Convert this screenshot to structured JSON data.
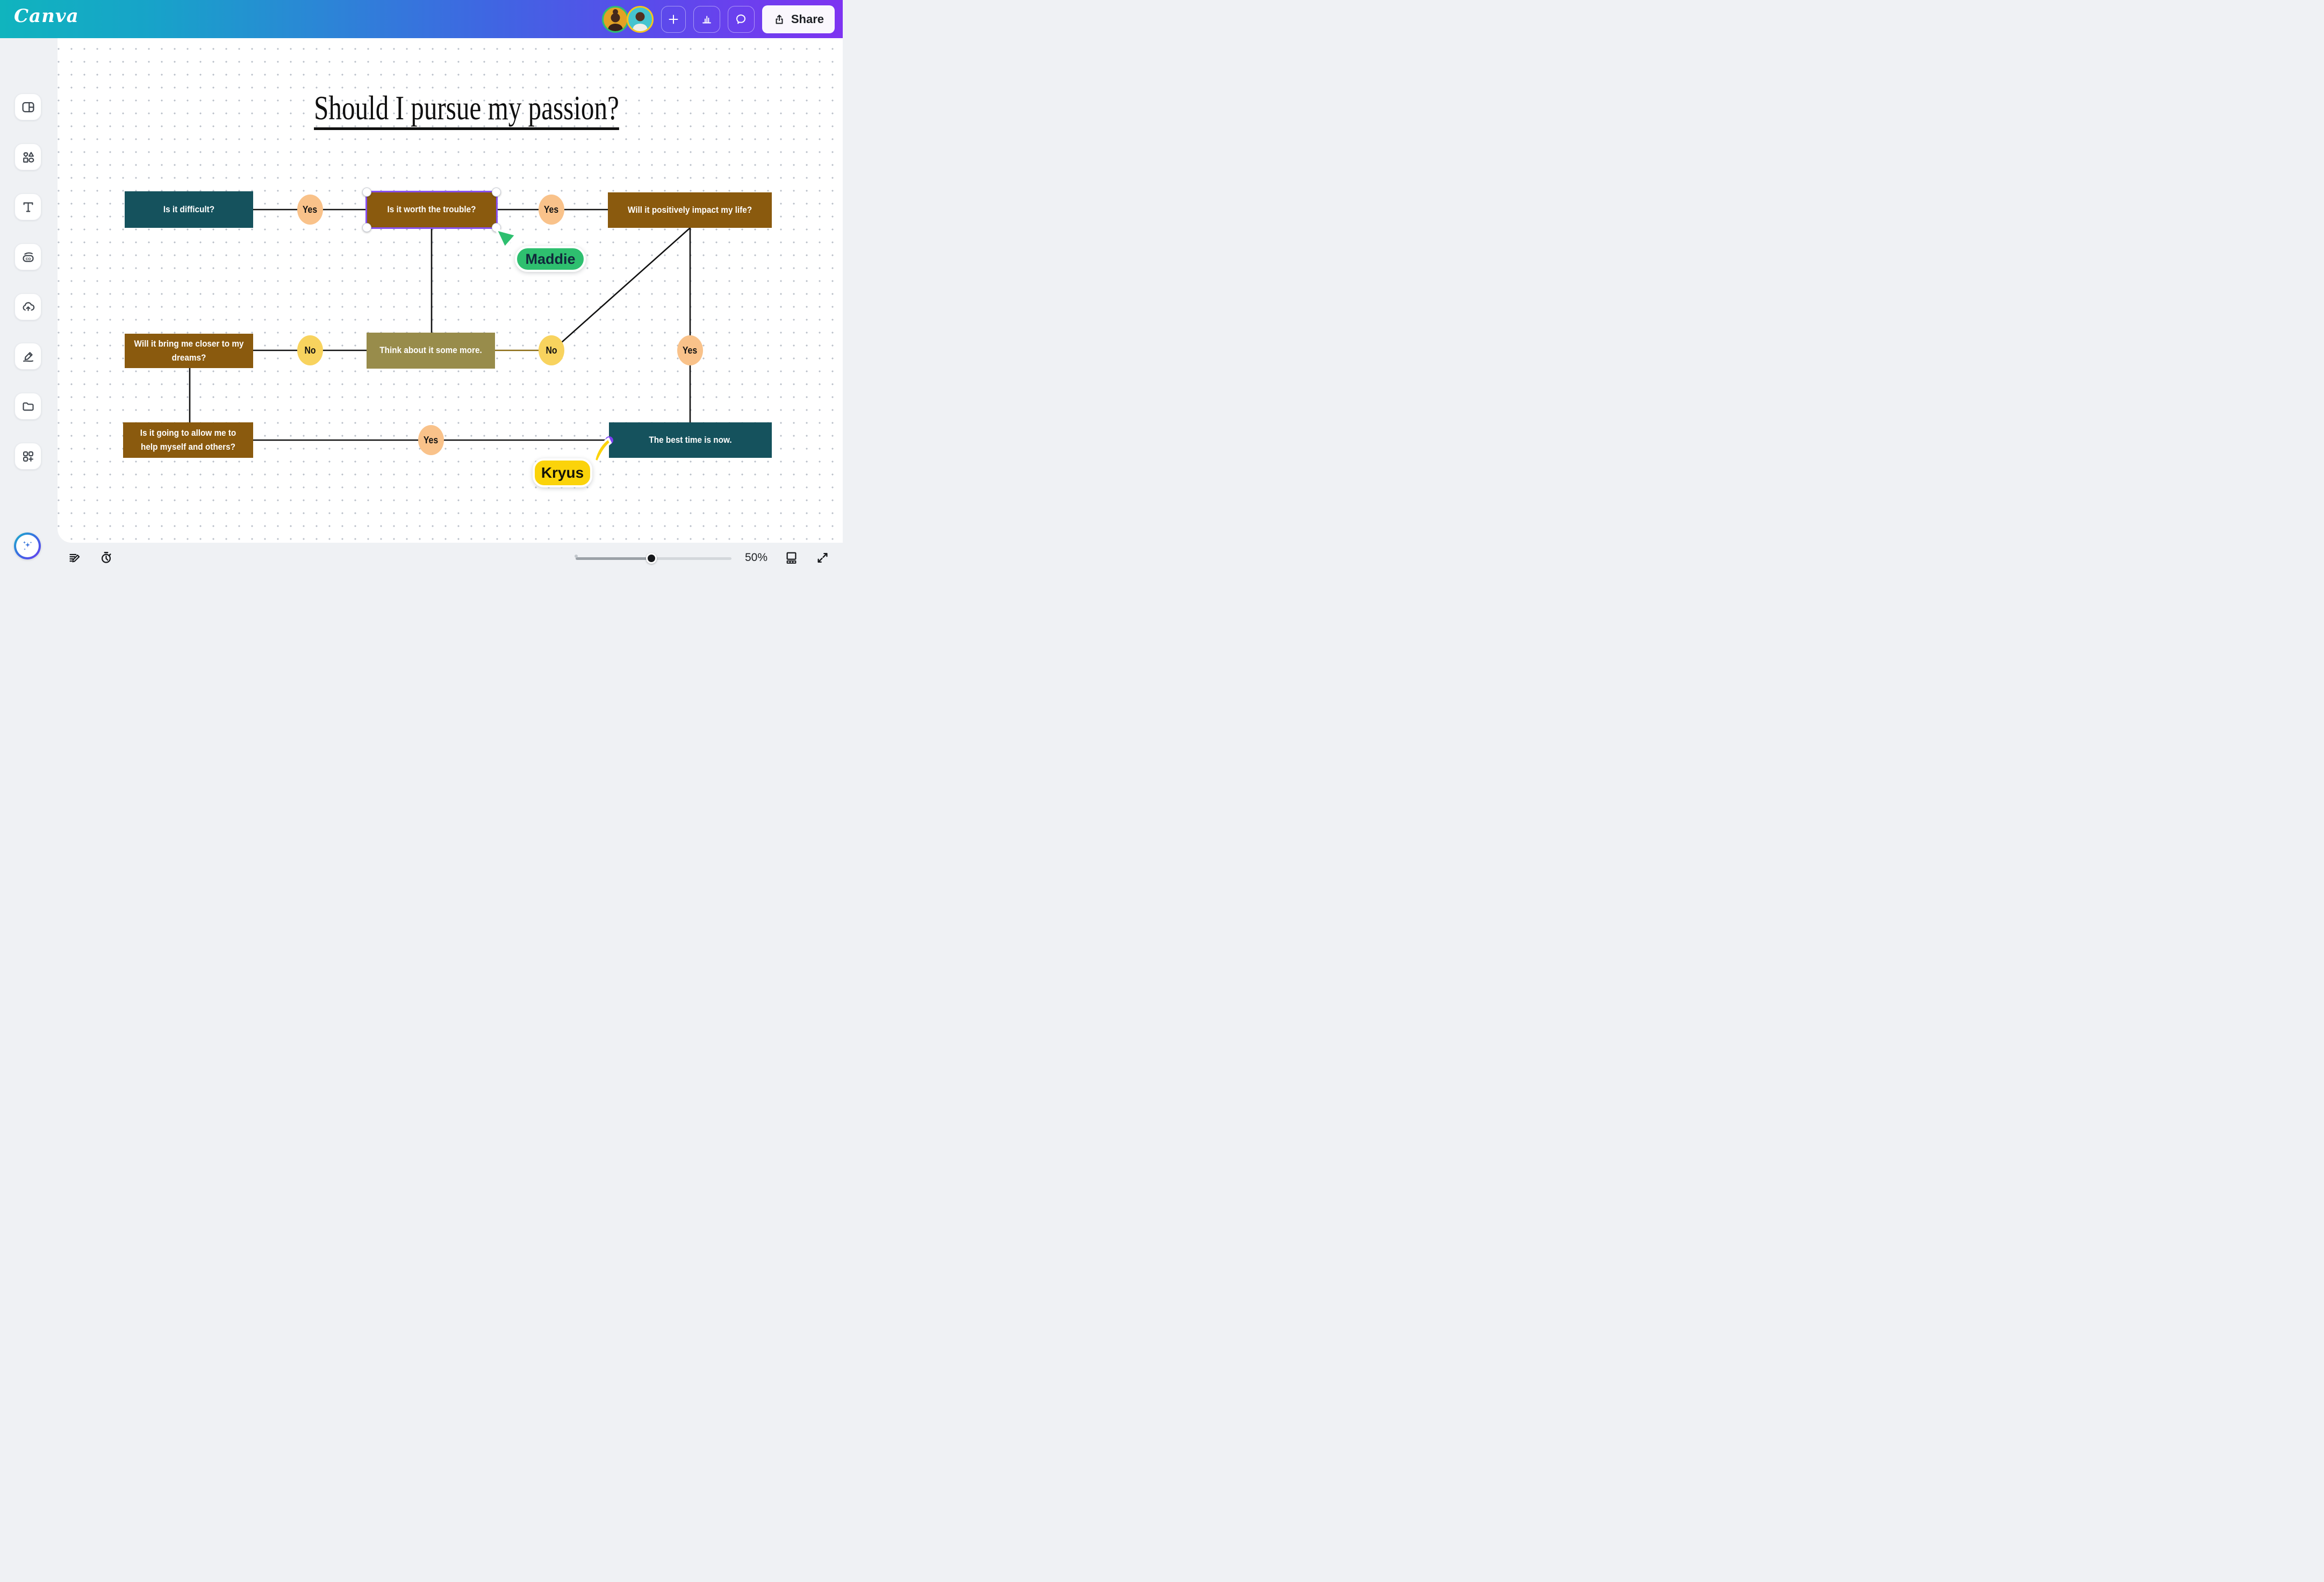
{
  "app": {
    "logo_text": "Canva"
  },
  "topbar": {
    "share_button": "Share",
    "collaborator_ring_colors": [
      "#2ebf71",
      "#f5c51c"
    ],
    "icons": [
      "plus-icon",
      "bar-chart-icon",
      "comment-icon",
      "upload-icon"
    ]
  },
  "sidebar": {
    "items": [
      {
        "icon": "templates-icon"
      },
      {
        "icon": "elements-icon"
      },
      {
        "icon": "text-icon"
      },
      {
        "icon": "brand-icon"
      },
      {
        "icon": "uploads-icon"
      },
      {
        "icon": "draw-icon"
      },
      {
        "icon": "projects-icon"
      },
      {
        "icon": "apps-icon"
      }
    ],
    "assistant_icon": "magic-sparkles-icon"
  },
  "canvas": {
    "title": "Should I pursue my passion?"
  },
  "flowchart": {
    "nodes": [
      {
        "id": "difficult",
        "label": "Is it difficult?",
        "color": "#15525d",
        "selected": false
      },
      {
        "id": "worth",
        "label": "Is it worth the trouble?",
        "color": "#8a5a0e",
        "selected": true
      },
      {
        "id": "impact",
        "label": "Will it positively impact my life?",
        "color": "#8a5a0e",
        "selected": false
      },
      {
        "id": "dreams",
        "label": "Will it bring me closer to my dreams?",
        "color": "#8a5a0e",
        "selected": false
      },
      {
        "id": "think",
        "label": "Think about it some more.",
        "color": "#988c4b",
        "selected": false
      },
      {
        "id": "help",
        "label": "Is it going to allow me to help myself and others?",
        "color": "#8a5a0e",
        "selected": false
      },
      {
        "id": "best",
        "label": "The best time is now.",
        "color": "#15525d",
        "selected": false
      }
    ],
    "bubbles": [
      {
        "label": "Yes",
        "color": "#f9c28a"
      },
      {
        "label": "Yes",
        "color": "#f9c28a"
      },
      {
        "label": "No",
        "color": "#f8d35e"
      },
      {
        "label": "No",
        "color": "#f8d35e"
      },
      {
        "label": "Yes",
        "color": "#f9c28a"
      },
      {
        "label": "Yes",
        "color": "#f9c28a"
      }
    ],
    "selection_color": "#8650f0",
    "connector_color": "#111111",
    "connection_dot_color": "#7c40f2"
  },
  "cursors": [
    {
      "name": "Maddie",
      "color": "#2ebf6f"
    },
    {
      "name": "Kryus",
      "color": "#fbd30a"
    }
  ],
  "bottombar": {
    "zoom_level": "50%"
  }
}
